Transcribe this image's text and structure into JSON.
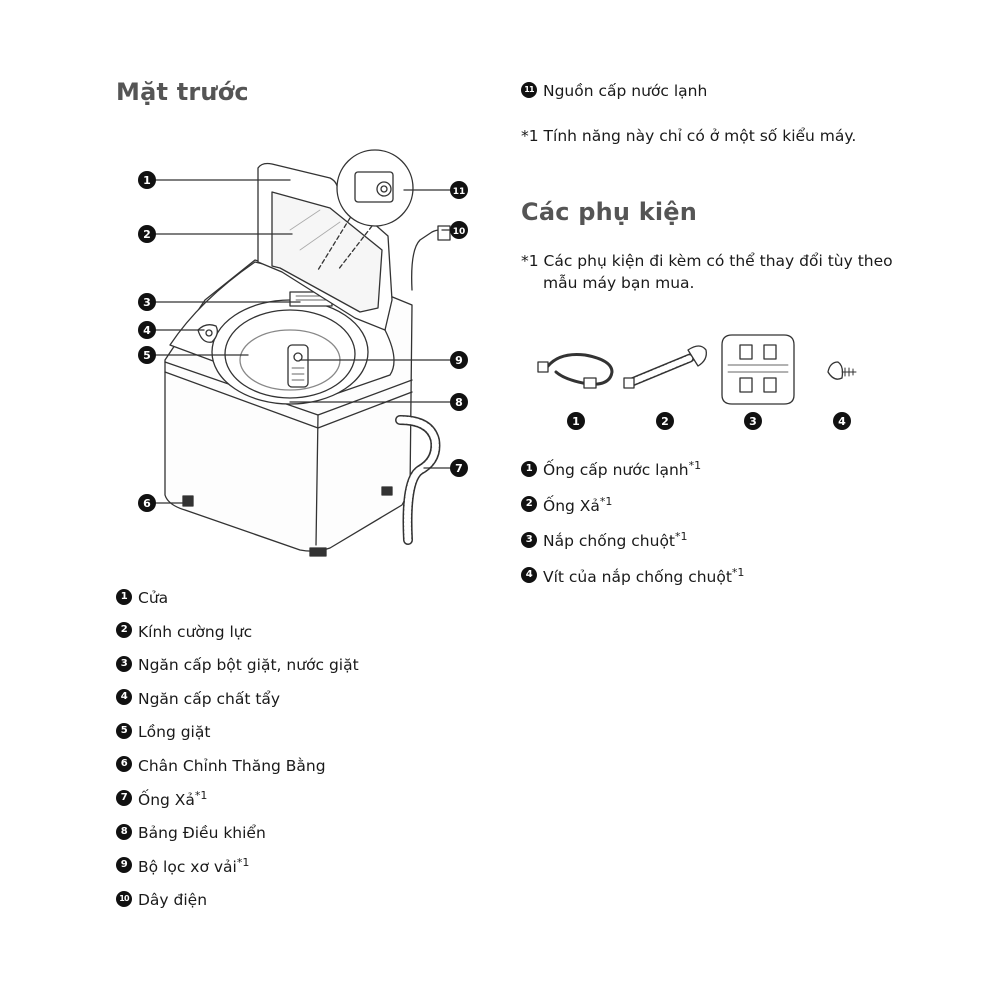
{
  "headings": {
    "front": "Mặt trước",
    "accessories": "Các phụ kiện"
  },
  "callouts": [
    "1",
    "2",
    "3",
    "4",
    "5",
    "6",
    "7",
    "8",
    "9",
    "10",
    "11"
  ],
  "parts": [
    {
      "num": "1",
      "label": "Cửa",
      "sup": ""
    },
    {
      "num": "2",
      "label": "Kính cường lực",
      "sup": ""
    },
    {
      "num": "3",
      "label": "Ngăn cấp bột giặt, nước giặt",
      "sup": ""
    },
    {
      "num": "4",
      "label": "Ngăn cấp chất tẩy",
      "sup": ""
    },
    {
      "num": "5",
      "label": "Lồng giặt",
      "sup": ""
    },
    {
      "num": "6",
      "label": "Chân Chỉnh Thăng Bằng",
      "sup": ""
    },
    {
      "num": "7",
      "label": "Ống Xả",
      "sup": "*1"
    },
    {
      "num": "8",
      "label": "Bảng Điều khiển",
      "sup": ""
    },
    {
      "num": "9",
      "label": "Bộ lọc xơ vải",
      "sup": "*1"
    },
    {
      "num": "10",
      "label": "Dây điện",
      "sup": ""
    }
  ],
  "part11": {
    "num": "11",
    "label": "Nguồn cấp nước lạnh"
  },
  "notes": {
    "feature": "*1 Tính năng này chỉ có ở một số kiểu máy.",
    "accessory_line1": "*1 Các phụ kiện đi kèm có thể thay đổi tùy theo",
    "accessory_line2": "mẫu máy bạn mua."
  },
  "accessory_figure_numbers": [
    "1",
    "2",
    "3",
    "4"
  ],
  "accessories": [
    {
      "num": "1",
      "label": "Ống cấp nước lạnh",
      "sup": "*1"
    },
    {
      "num": "2",
      "label": "Ống Xả",
      "sup": "*1"
    },
    {
      "num": "3",
      "label": "Nắp chống chuột",
      "sup": "*1"
    },
    {
      "num": "4",
      "label": "Vít của nắp chống chuột",
      "sup": "*1"
    }
  ]
}
